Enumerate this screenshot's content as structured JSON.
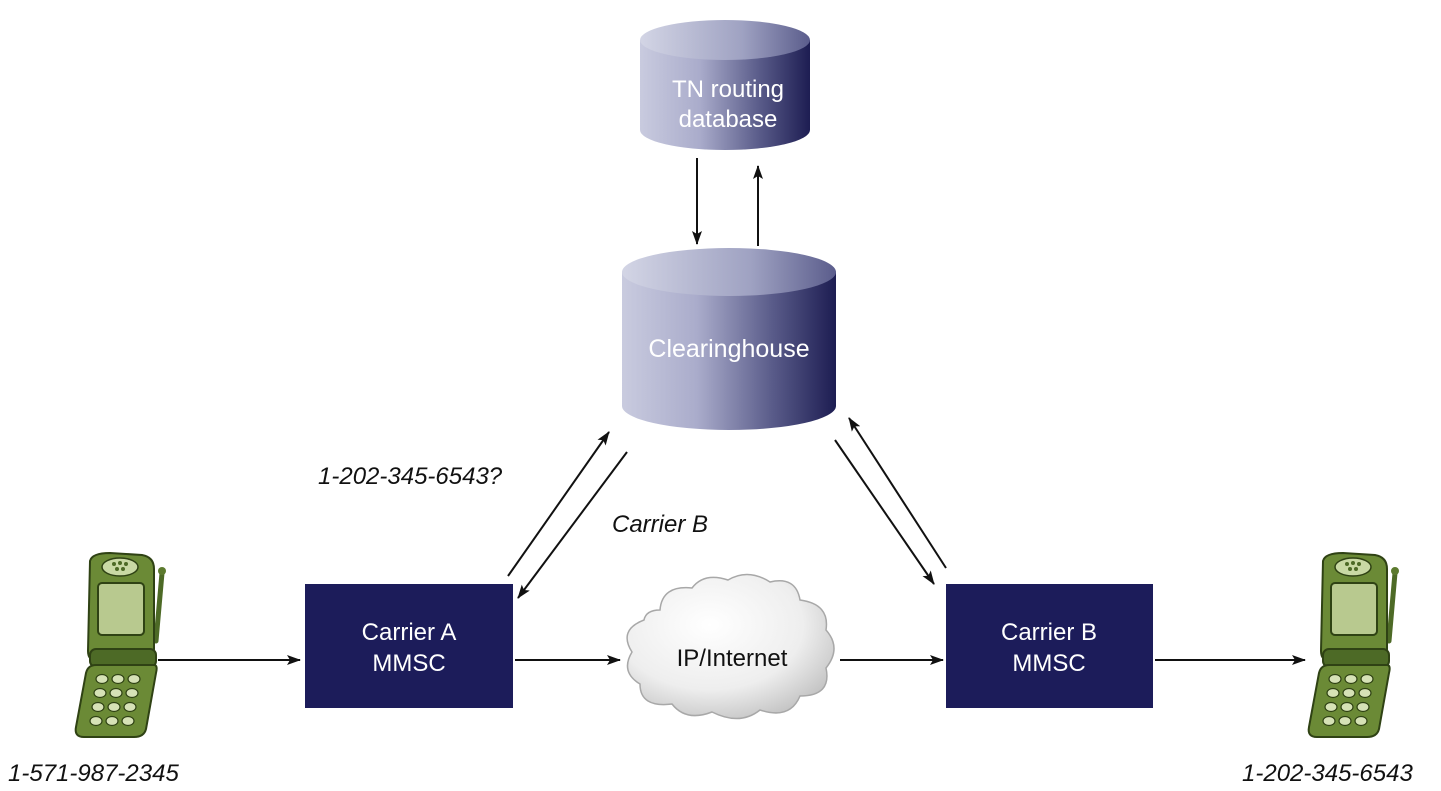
{
  "nodes": {
    "tn_database": {
      "line1": "TN routing",
      "line2": "database"
    },
    "clearinghouse": {
      "label": "Clearinghouse"
    },
    "carrier_a": {
      "line1": "Carrier A",
      "line2": "MMSC"
    },
    "carrier_b": {
      "line1": "Carrier B",
      "line2": "MMSC"
    },
    "internet": {
      "label": "IP/Internet"
    }
  },
  "phones": {
    "sender": {
      "number": "1-571-987-2345",
      "icon": "flip-phone-icon"
    },
    "receiver": {
      "number": "1-202-345-6543",
      "icon": "flip-phone-icon"
    }
  },
  "annotations": {
    "query": "1-202-345-6543?",
    "response": "Carrier B"
  },
  "colors": {
    "mmsc_box": "#1c1c5a",
    "cylinder_light": "#c4c6da",
    "cylinder_dark": "#1f1f55",
    "phone_green": "#5c7a2e",
    "arrow": "#111111"
  }
}
